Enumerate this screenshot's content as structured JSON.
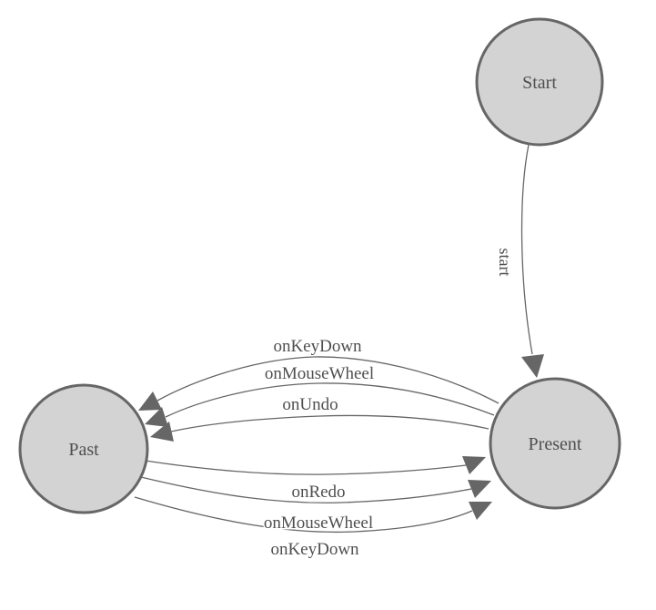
{
  "colors": {
    "background": "#ffffff",
    "node_fill": "#d3d3d3",
    "node_stroke": "#666666",
    "edge_stroke": "#666666",
    "arrow_fill": "#666666",
    "text": "#4f4f4f"
  },
  "nodes": [
    {
      "id": "start",
      "label": "Start"
    },
    {
      "id": "present",
      "label": "Present"
    },
    {
      "id": "past",
      "label": "Past"
    }
  ],
  "edges": [
    {
      "from": "Start",
      "to": "Present",
      "label": "start"
    },
    {
      "from": "Present",
      "to": "Past",
      "label": "onKeyDown"
    },
    {
      "from": "Present",
      "to": "Past",
      "label": "onMouseWheel"
    },
    {
      "from": "Present",
      "to": "Past",
      "label": "onUndo"
    },
    {
      "from": "Past",
      "to": "Present",
      "label": "onRedo"
    },
    {
      "from": "Past",
      "to": "Present",
      "label": "onMouseWheel"
    },
    {
      "from": "Past",
      "to": "Present",
      "label": "onKeyDown"
    }
  ]
}
